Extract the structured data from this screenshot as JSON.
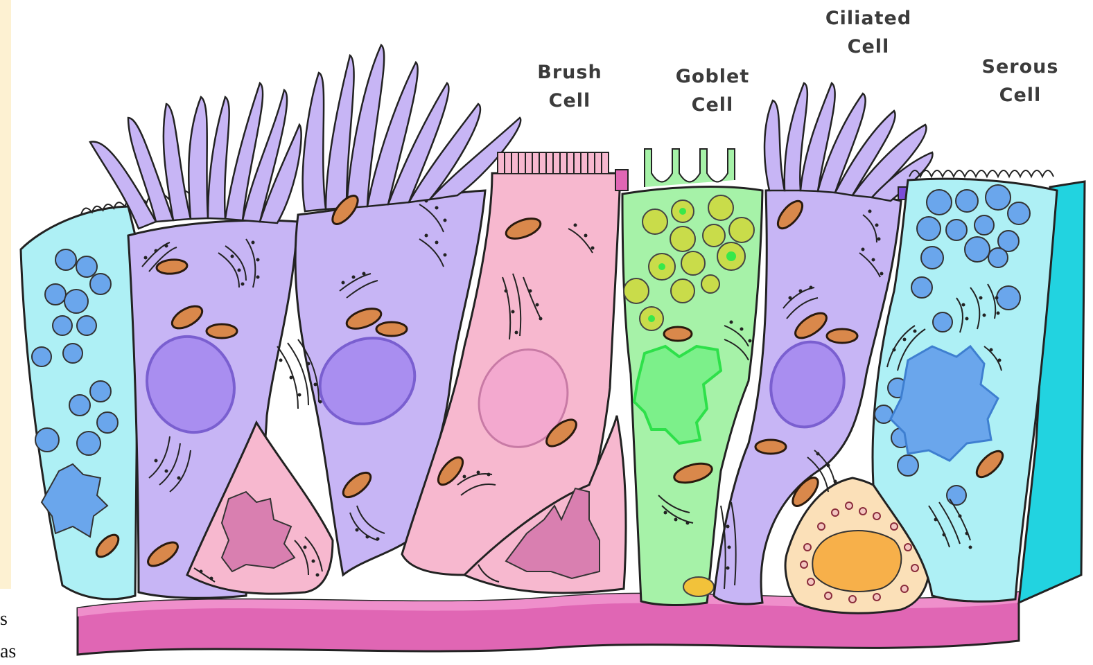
{
  "labels": {
    "brush_cell": [
      "Brush",
      "Cell"
    ],
    "goblet_cell": [
      "Goblet",
      "Cell"
    ],
    "ciliated_cell": [
      "Ciliated",
      "Cell"
    ],
    "serous_cell": [
      "Serous",
      "Cell"
    ]
  },
  "cutoff_text": [
    "s",
    "as"
  ],
  "colors": {
    "ciliated": "#c7b5f5",
    "brush": "#f7b8cf",
    "goblet": "#a6f2a8",
    "serous": "#aef0f5",
    "basal": "#f7b8cf",
    "basement": "#e066b4",
    "nucleus_ciliated": "#a98ef0",
    "nucleus_serous": "#6aa6ec",
    "mitochondria": "#d9884b",
    "left_strip": "#fdf1d2"
  }
}
